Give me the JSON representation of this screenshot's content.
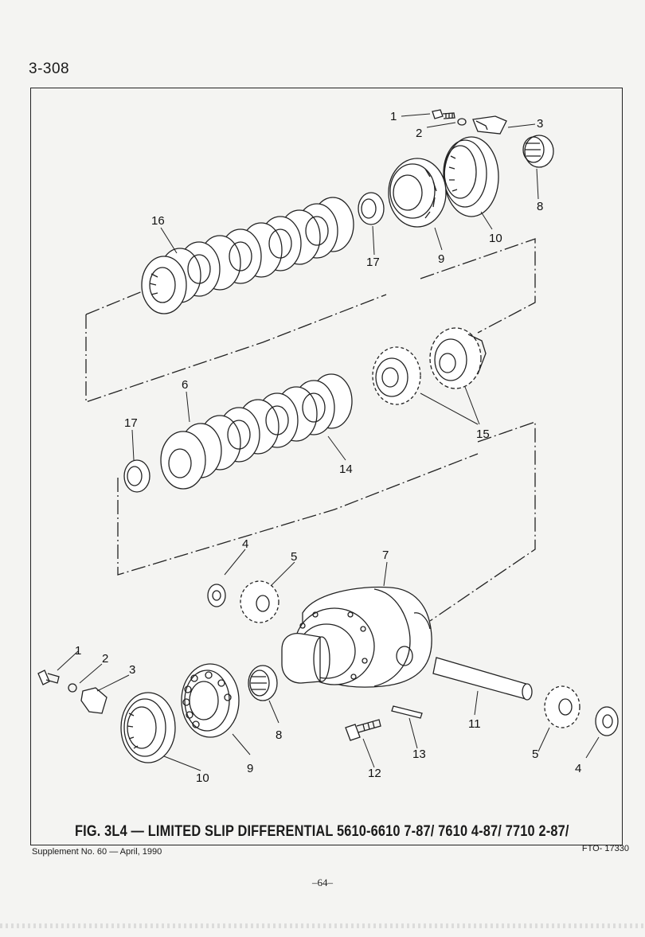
{
  "header": {
    "page_number": "3-308"
  },
  "figure": {
    "caption": "FIG. 3L4 — LIMITED SLIP DIFFERENTIAL 5610-6610 7-87/ 7610 4-87/ 7710 2-87/",
    "callouts": {
      "c1a": "1",
      "c2a": "2",
      "c3a": "3",
      "c8a": "8",
      "c10a": "10",
      "c9a": "9",
      "c17a": "17",
      "c16": "16",
      "c6": "6",
      "c17b": "17",
      "c14": "14",
      "c15": "15",
      "c4a": "4",
      "c5a": "5",
      "c7": "7",
      "c1b": "1",
      "c2b": "2",
      "c3b": "3",
      "c10b": "10",
      "c9b": "9",
      "c8b": "8",
      "c12": "12",
      "c13": "13",
      "c11": "11",
      "c5b": "5",
      "c4b": "4"
    }
  },
  "footer": {
    "supplement": "Supplement No. 60 — April, 1990",
    "code": "FTO- 17330",
    "folio": "–64–"
  }
}
